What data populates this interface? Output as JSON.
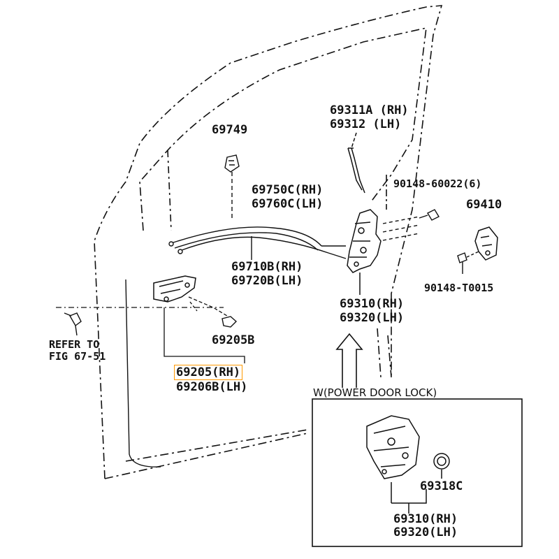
{
  "diagram": {
    "labels": {
      "p69749": "69749",
      "p69311a": "69311A (RH)",
      "p69312": "69312 (LH)",
      "p90148_60022": "90148-60022(6)",
      "p69410": "69410",
      "p69750c": "69750C(RH)",
      "p69760c": "69760C(LH)",
      "p69710b": "69710B(RH)",
      "p69720b": "69720B(LH)",
      "p90148_t0015": "90148-T0015",
      "p69310_rh": "69310(RH)",
      "p69320_lh": "69320(LH)",
      "refer_line1": "REFER TO",
      "refer_line2": "FIG 67-51",
      "p69205b": "69205B",
      "p69205_rh": "69205(RH)",
      "p69206b_lh": "69206B(LH)",
      "inset_title": "W(POWER DOOR LOCK)",
      "p69318c": "69318C",
      "inset_69310_rh": "69310(RH)",
      "inset_69320_lh": "69320(LH)"
    },
    "highlight_color": "#ff9900"
  }
}
